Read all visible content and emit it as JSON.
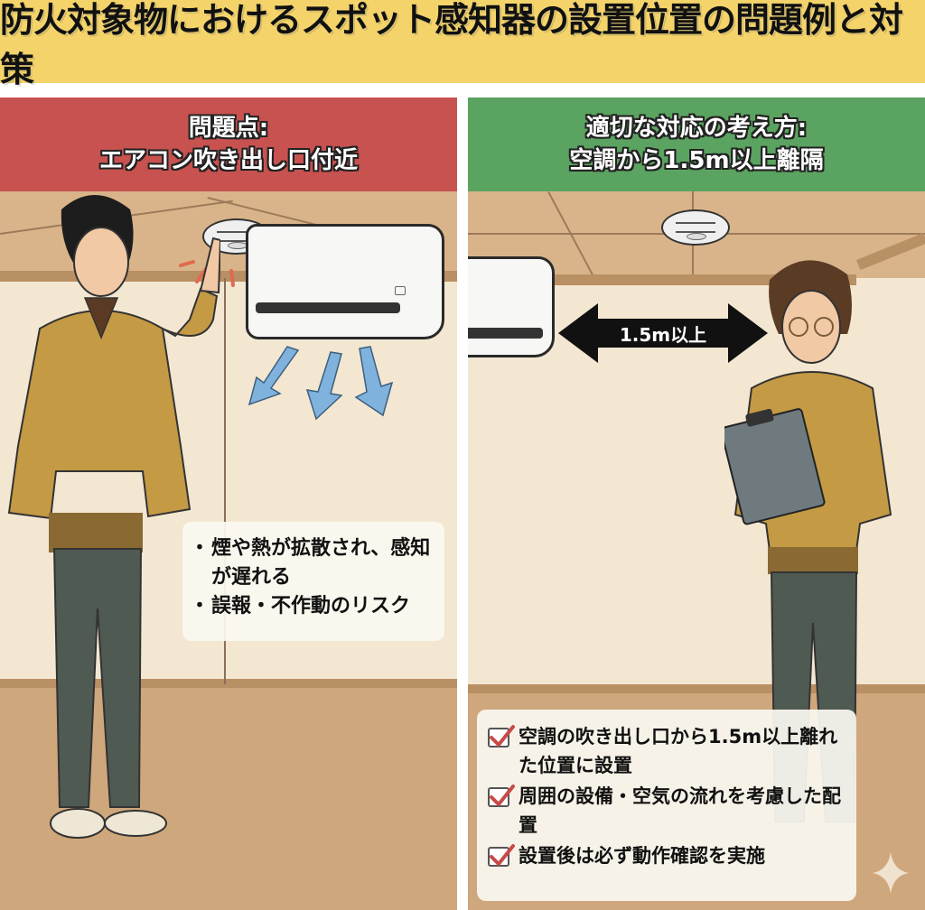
{
  "title": "防火対象物におけるスポット感知器の設置位置の問題例と対策",
  "colors": {
    "title_bg": "#f4d46a",
    "problem_header": "#c85250",
    "solution_header": "#5ba360",
    "ceiling": "#d9b48a",
    "wall": "#f3e7d2",
    "floor": "#cfa77c",
    "airflow_arrow": "#7fb3dd",
    "alert_lines": "#e06a4f",
    "check_mark": "#c84a48"
  },
  "left_panel": {
    "header_line1": "問題点:",
    "header_line2": "エアコン吹き出し口付近",
    "notes": [
      "煙や熱が拡散され、感知が遅れる",
      "誤報・不作動のリスク"
    ],
    "illustration": {
      "detector": "smoke-detector-icon",
      "appliance": "air-conditioner-icon",
      "airflow": "airflow-arrows-icon",
      "person": "worker-pointing"
    }
  },
  "right_panel": {
    "header_line1": "適切な対応の考え方:",
    "header_line2": "空調から1.5m以上離隔",
    "distance_label": "1.5m以上",
    "checklist": [
      "空調の吹き出し口から1.5m以上離れた位置に設置",
      "周囲の設備・空気の流れを考慮した配置",
      "設置後は必ず動作確認を実施"
    ],
    "illustration": {
      "detector": "smoke-detector-icon",
      "appliance": "air-conditioner-icon",
      "person": "worker-with-clipboard"
    }
  }
}
